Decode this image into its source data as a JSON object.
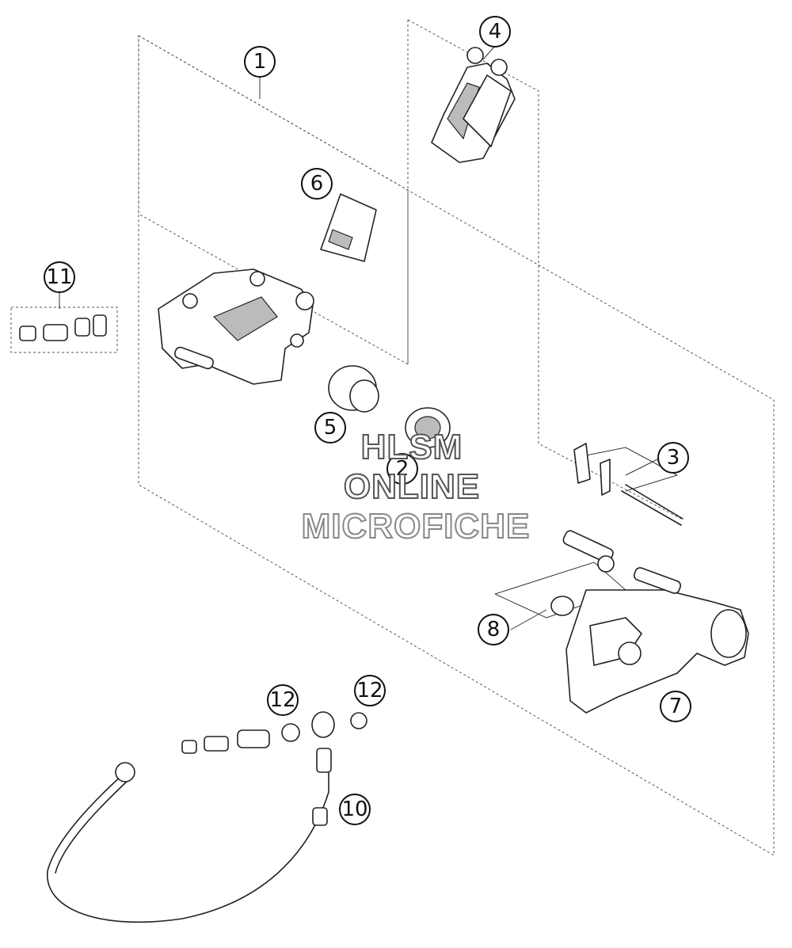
{
  "callouts": [
    {
      "id": "1",
      "label": "1"
    },
    {
      "id": "2",
      "label": "2"
    },
    {
      "id": "3",
      "label": "3"
    },
    {
      "id": "4",
      "label": "4"
    },
    {
      "id": "5",
      "label": "5"
    },
    {
      "id": "6",
      "label": "6"
    },
    {
      "id": "7",
      "label": "7"
    },
    {
      "id": "8",
      "label": "8"
    },
    {
      "id": "10",
      "label": "10"
    },
    {
      "id": "11",
      "label": "11"
    },
    {
      "id": "12a",
      "label": "12"
    },
    {
      "id": "12b",
      "label": "12"
    }
  ],
  "watermark": {
    "line1": "HLSM",
    "line2": "ONLINE",
    "line3": "MICROFICHE"
  }
}
